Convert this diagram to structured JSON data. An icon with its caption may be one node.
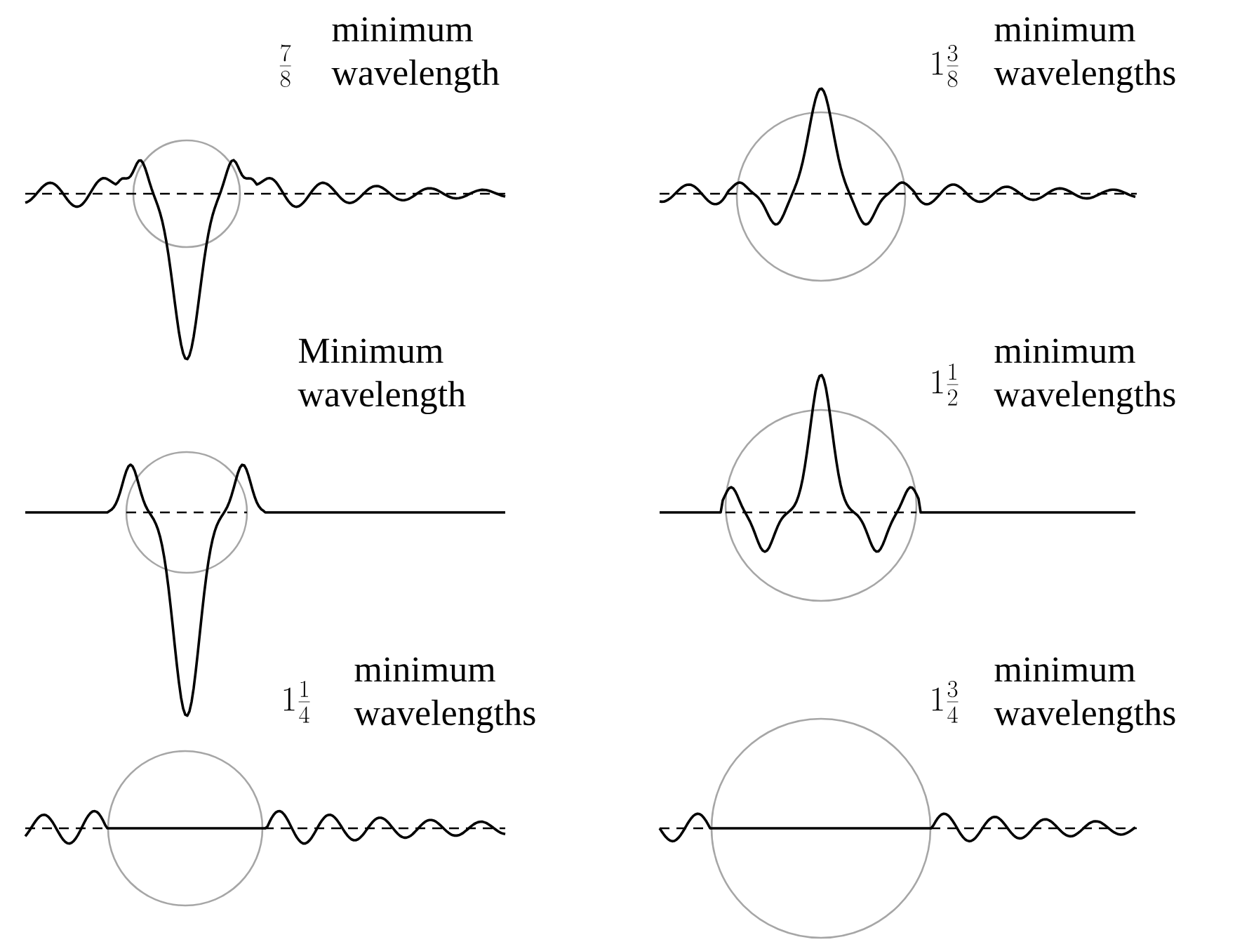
{
  "diagram": {
    "labels": [
      "\\frac{7}{8}",
      "minimum wavelength",
      "1\\frac{3}{8}",
      "minimum wavelengths",
      "Minimum wavelength",
      "1\\frac{1}{2}",
      "minimum wavelengths",
      "1\\frac{1}{4}",
      "minimum wavelengths",
      "1\\frac{3}{4}",
      "minimum wavelengths"
    ]
  }
}
